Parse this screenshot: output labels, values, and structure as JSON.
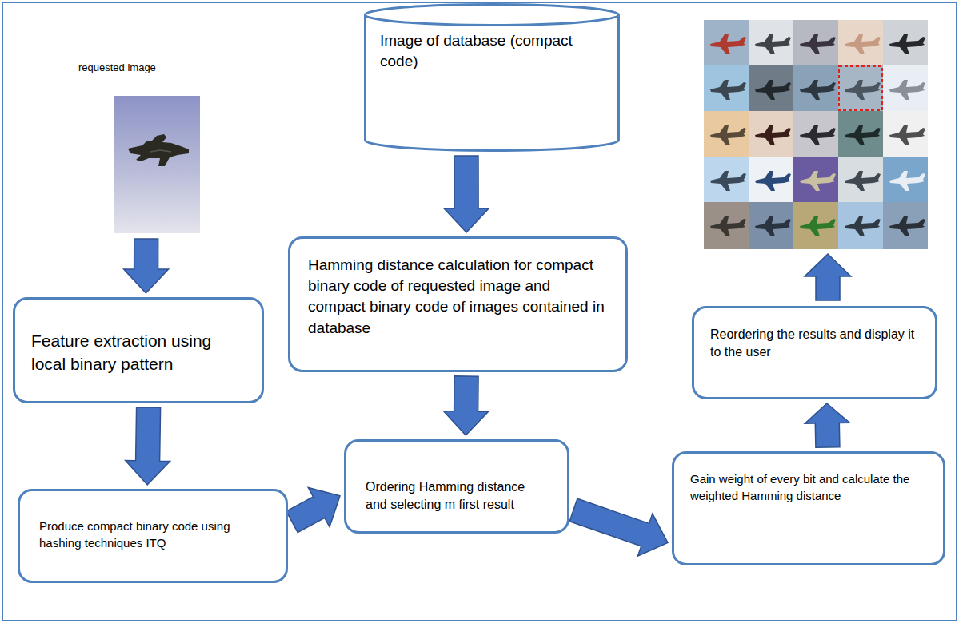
{
  "diagram": {
    "nodes": [
      {
        "text": [
          "requested image"
        ]
      },
      {
        "text": [
          "Image of database (compact code)"
        ]
      },
      {
        "text": [
          "Hamming distance calculation for compact binary code of requested image and compact binary code of images contained in database"
        ]
      },
      {
        "text": [
          "Feature extraction using local binary pattern"
        ]
      },
      {
        "text": [
          "Produce compact binary code using hashing techniques ITQ"
        ]
      },
      {
        "text": [
          "Ordering Hamming distance and selecting m first result"
        ]
      },
      {
        "text": [
          "Gain weight of every bit and calculate the weighted Hamming distance"
        ]
      },
      {
        "text": [
          "Reordering the results and display it to the user"
        ]
      }
    ],
    "edges": [
      {
        "from": 0,
        "to": 3,
        "arrow": "to"
      },
      {
        "from": 3,
        "to": 4,
        "arrow": "to"
      },
      {
        "from": 1,
        "to": 2,
        "arrow": "to"
      },
      {
        "from": 2,
        "to": 5,
        "arrow": "to"
      },
      {
        "from": 4,
        "to": 5,
        "arrow": "to"
      },
      {
        "from": 5,
        "to": 6,
        "arrow": "to"
      },
      {
        "from": 6,
        "to": 7,
        "arrow": "to"
      }
    ]
  }
}
